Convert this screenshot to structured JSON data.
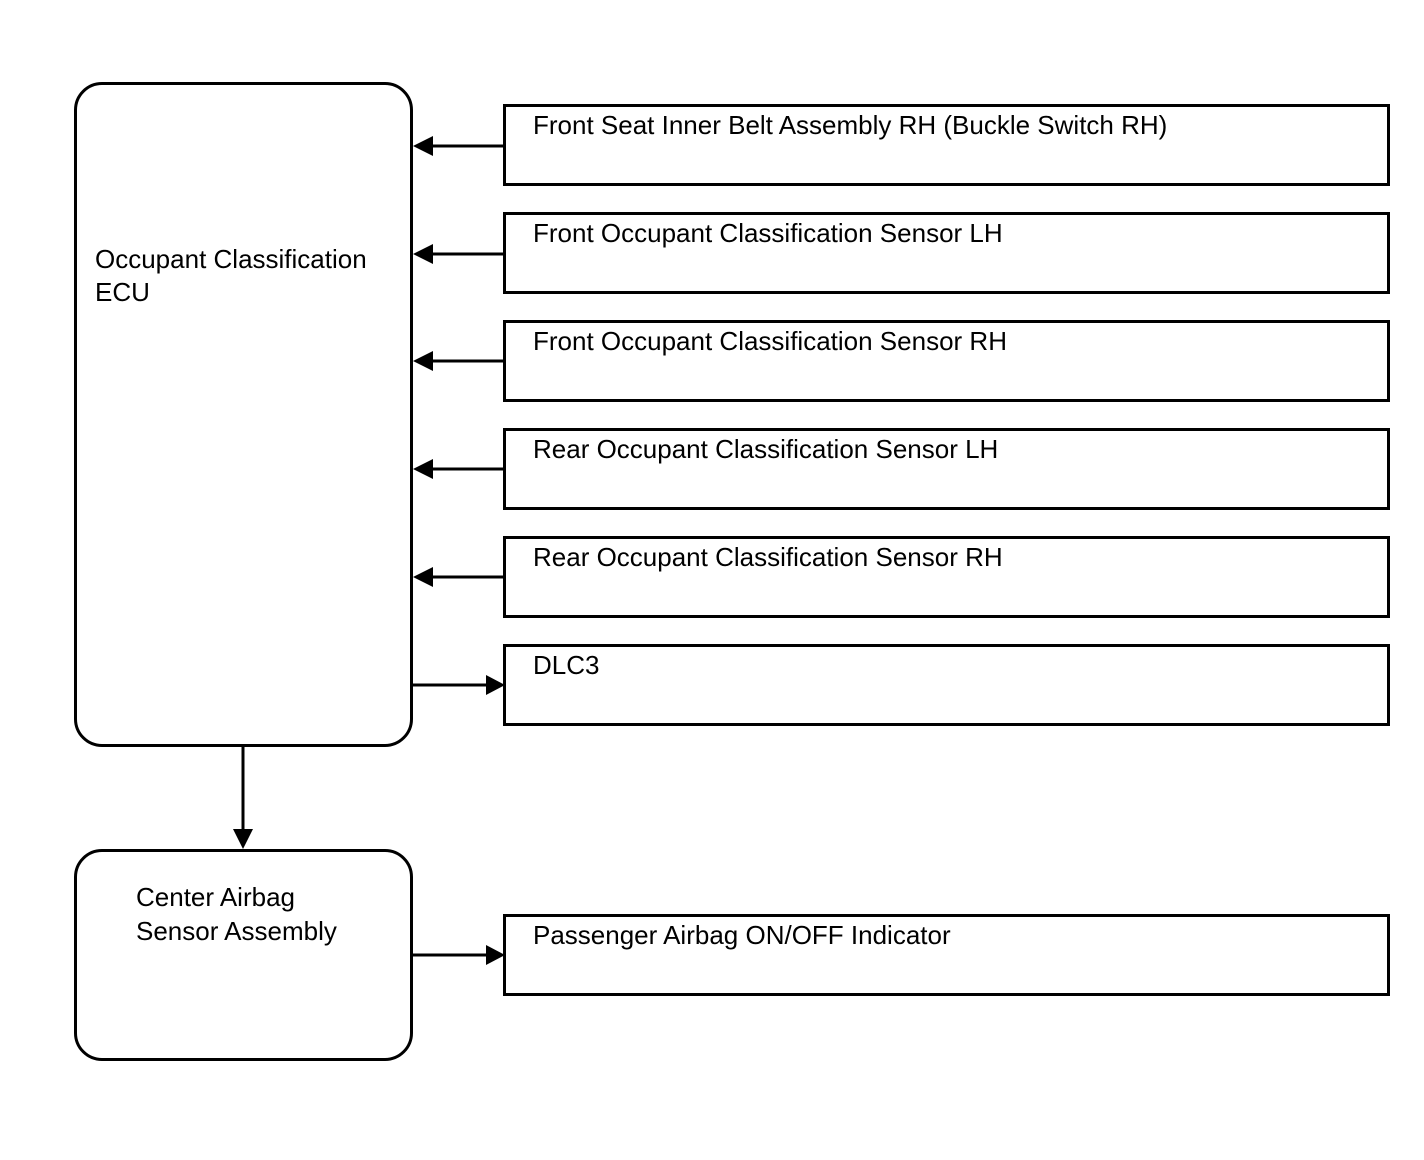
{
  "ecu": {
    "label_lines": [
      "Occupant Classification",
      "ECU"
    ]
  },
  "airbag_sensor": {
    "label_lines": [
      "Center Airbag",
      "Sensor Assembly"
    ]
  },
  "components": [
    {
      "label": "Front Seat Inner Belt Assembly RH (Buckle Switch RH)",
      "direction": "input to ECU"
    },
    {
      "label": "Front Occupant Classification Sensor LH",
      "direction": "input to ECU"
    },
    {
      "label": "Front Occupant Classification Sensor RH",
      "direction": "input to ECU"
    },
    {
      "label": "Rear Occupant Classification Sensor LH",
      "direction": "input to ECU"
    },
    {
      "label": "Rear Occupant Classification Sensor RH",
      "direction": "input to ECU"
    },
    {
      "label": "DLC3",
      "direction": "output from ECU"
    }
  ],
  "indicator": {
    "label": "Passenger Airbag ON/OFF Indicator",
    "direction": "output from Center Airbag Sensor Assembly"
  },
  "colors": {
    "line": "#000000",
    "background": "#ffffff"
  }
}
